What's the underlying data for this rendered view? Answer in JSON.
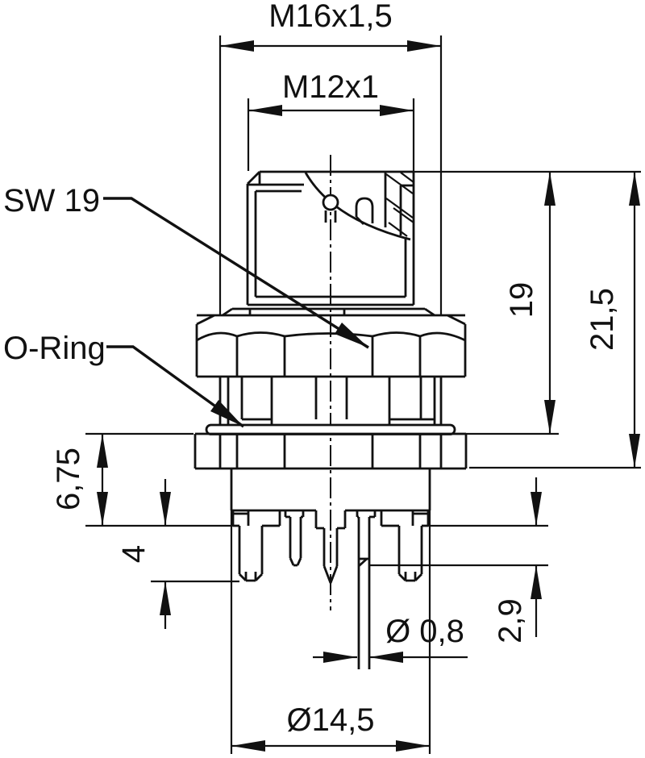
{
  "colors": {
    "ink": "#111111",
    "background": "#ffffff"
  },
  "labels": {
    "sw19": "SW 19",
    "o_ring": "O-Ring"
  },
  "dimensions": {
    "m16_thread": "M16x1,5",
    "m12_thread": "M12x1",
    "height_19": "19",
    "height_21_5": "21,5",
    "flange_6_75": "6,75",
    "pin_length_4": "4",
    "pin_length_2_9": "2,9",
    "pin_dia_0_8": "Ø 0,8",
    "insert_dia_14_5": "Ø14,5"
  }
}
